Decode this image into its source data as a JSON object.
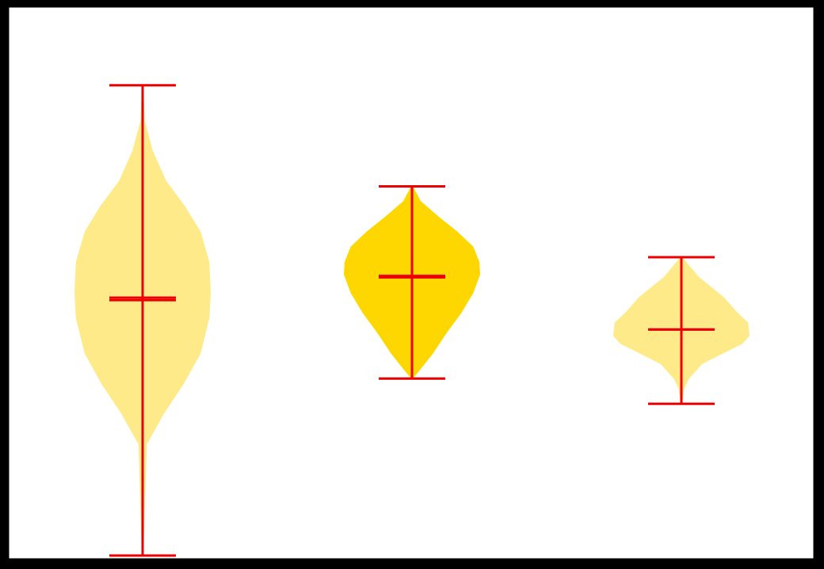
{
  "chart_data": {
    "type": "violin",
    "title": "",
    "xlabel": "",
    "ylabel": "",
    "ylim": [
      0,
      100
    ],
    "grid": false,
    "legend": "none",
    "colors": {
      "background": "#000000",
      "plot_area": "#ffffff",
      "violin_light": "#ffea8a",
      "violin_highlight": "#ffd700",
      "stats_lines": "#ee0000"
    },
    "series": [
      {
        "max": 93,
        "min": 0,
        "mean": 51,
        "median": 50.5,
        "highlighted": false,
        "density": [
          [
            93,
            0.0
          ],
          [
            86,
            0.02
          ],
          [
            80,
            0.14
          ],
          [
            74,
            0.34
          ],
          [
            69,
            0.62
          ],
          [
            64,
            0.85
          ],
          [
            58,
            0.98
          ],
          [
            52,
            1.0
          ],
          [
            47,
            0.98
          ],
          [
            40,
            0.85
          ],
          [
            34,
            0.6
          ],
          [
            28,
            0.3
          ],
          [
            22,
            0.05
          ],
          [
            0,
            0.0
          ]
        ]
      },
      {
        "max": 73,
        "min": 35,
        "mean": 55,
        "median": 55.3,
        "highlighted": true,
        "density": [
          [
            73,
            0.0
          ],
          [
            70,
            0.12
          ],
          [
            67,
            0.38
          ],
          [
            64,
            0.66
          ],
          [
            61,
            0.9
          ],
          [
            58,
            0.99
          ],
          [
            55.6,
            1.0
          ],
          [
            52,
            0.9
          ],
          [
            48,
            0.72
          ],
          [
            44,
            0.5
          ],
          [
            40,
            0.3
          ],
          [
            37,
            0.12
          ],
          [
            35,
            0.0
          ]
        ]
      },
      {
        "max": 59,
        "min": 30,
        "mean": 44.7,
        "median": 44.7,
        "highlighted": false,
        "density": [
          [
            59,
            0.0
          ],
          [
            55,
            0.25
          ],
          [
            51,
            0.62
          ],
          [
            48,
            0.82
          ],
          [
            46,
            0.98
          ],
          [
            43.5,
            1.0
          ],
          [
            42,
            0.9
          ],
          [
            40,
            0.6
          ],
          [
            38,
            0.3
          ],
          [
            35,
            0.1
          ],
          [
            33,
            0.03
          ],
          [
            30,
            0.0
          ]
        ]
      }
    ]
  }
}
